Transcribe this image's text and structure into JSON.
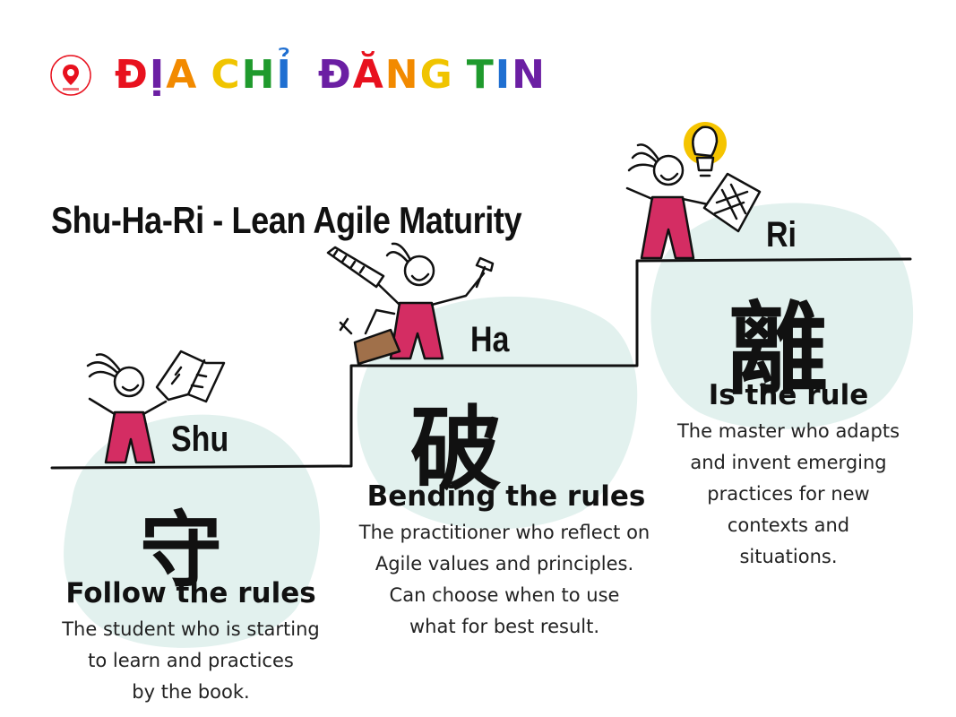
{
  "brand": {
    "letters": [
      {
        "ch": "Đ",
        "color": "#e8111e"
      },
      {
        "ch": "Ị",
        "color": "#6b1fa3"
      },
      {
        "ch": "A",
        "color": "#f28a00"
      },
      {
        "ch": " ",
        "color": "#000000"
      },
      {
        "ch": "C",
        "color": "#f0c400"
      },
      {
        "ch": "H",
        "color": "#1f9a2d"
      },
      {
        "ch": "Ỉ",
        "color": "#1f6fd1"
      },
      {
        "ch": "  ",
        "color": "#000000"
      },
      {
        "ch": "Đ",
        "color": "#6b1fa3"
      },
      {
        "ch": "Ă",
        "color": "#e8111e"
      },
      {
        "ch": "N",
        "color": "#f28a00"
      },
      {
        "ch": "G",
        "color": "#f0c400"
      },
      {
        "ch": " ",
        "color": "#000000"
      },
      {
        "ch": "T",
        "color": "#1f9a2d"
      },
      {
        "ch": "I",
        "color": "#1f6fd1"
      },
      {
        "ch": "N",
        "color": "#6b1fa3"
      }
    ],
    "logo_icon": "map-pin-icon",
    "logo_color": "#e8111e"
  },
  "title": "Shu-Ha-Ri - Lean Agile Maturity",
  "colors": {
    "blob": "#e2f1ee",
    "figure": "#d42d63",
    "bulb": "#f5c400",
    "box": "#a0704a",
    "line": "#111111"
  },
  "stages": {
    "shu": {
      "label": "Shu",
      "kanji": "守",
      "heading": "Follow the rules",
      "description": "The student who is starting\nto learn and practices\nby the book."
    },
    "ha": {
      "label": "Ha",
      "kanji": "破",
      "heading": "Bending the rules",
      "description": "The practitioner who reflect on\nAgile values and principles.\nCan choose when to use\nwhat for best result."
    },
    "ri": {
      "label": "Ri",
      "kanji": "離",
      "heading": "Is the rule",
      "description": "The master who adapts\nand invent emerging\npractices for new\ncontexts and\nsituations."
    }
  }
}
